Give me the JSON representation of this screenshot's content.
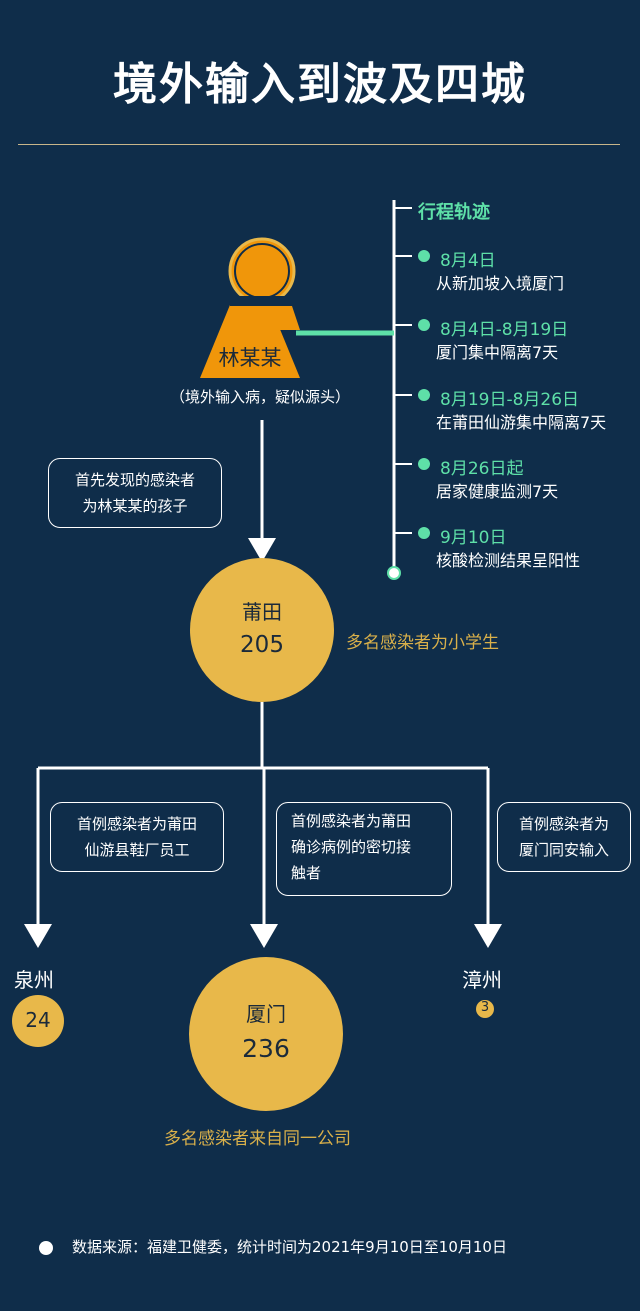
{
  "title": "境外输入到波及四城",
  "timeline": {
    "heading": "行程轨迹",
    "events": [
      {
        "date": "8月4日",
        "desc": "从新加坡入境厦门"
      },
      {
        "date": "8月4日-8月19日",
        "desc": "厦门集中隔离7天"
      },
      {
        "date": "8月19日-8月26日",
        "desc": "在莆田仙游集中隔离7天"
      },
      {
        "date": "8月26日起",
        "desc": "居家健康监测7天"
      },
      {
        "date": "9月10日",
        "desc": "核酸检测结果呈阳性"
      }
    ]
  },
  "source_person": {
    "name": "林某某",
    "note": "（境外输入病，疑似源头）"
  },
  "arrow_note": {
    "line1": "首先发现的感染者",
    "line2": "为林某某的孩子"
  },
  "cities": {
    "putian": {
      "name": "莆田",
      "count": "205",
      "caption": "多名感染者为小学生"
    },
    "quanzhou": {
      "name": "泉州",
      "count": "24",
      "note_lines": [
        "首例感染者为莆田",
        "仙游县鞋厂员工"
      ]
    },
    "xiamen": {
      "name": "厦门",
      "count": "236",
      "caption": "多名感染者来自同一公司",
      "note_lines": [
        "首例感染者为莆田",
        "确诊病例的密切接",
        "触者"
      ]
    },
    "zhangzhou": {
      "name": "漳州",
      "count": "3",
      "note_lines": [
        "首例感染者为",
        "厦门同安输入"
      ]
    }
  },
  "footer": "数据来源：福建卫健委，统计时间为2021年9月10日至10月10日",
  "colors": {
    "background": "#0f2d4a",
    "accent_green": "#5ee0a8",
    "circle_gold": "#e8b84a",
    "person_orange": "#f0960a",
    "caption_gold": "#d9b04a"
  }
}
